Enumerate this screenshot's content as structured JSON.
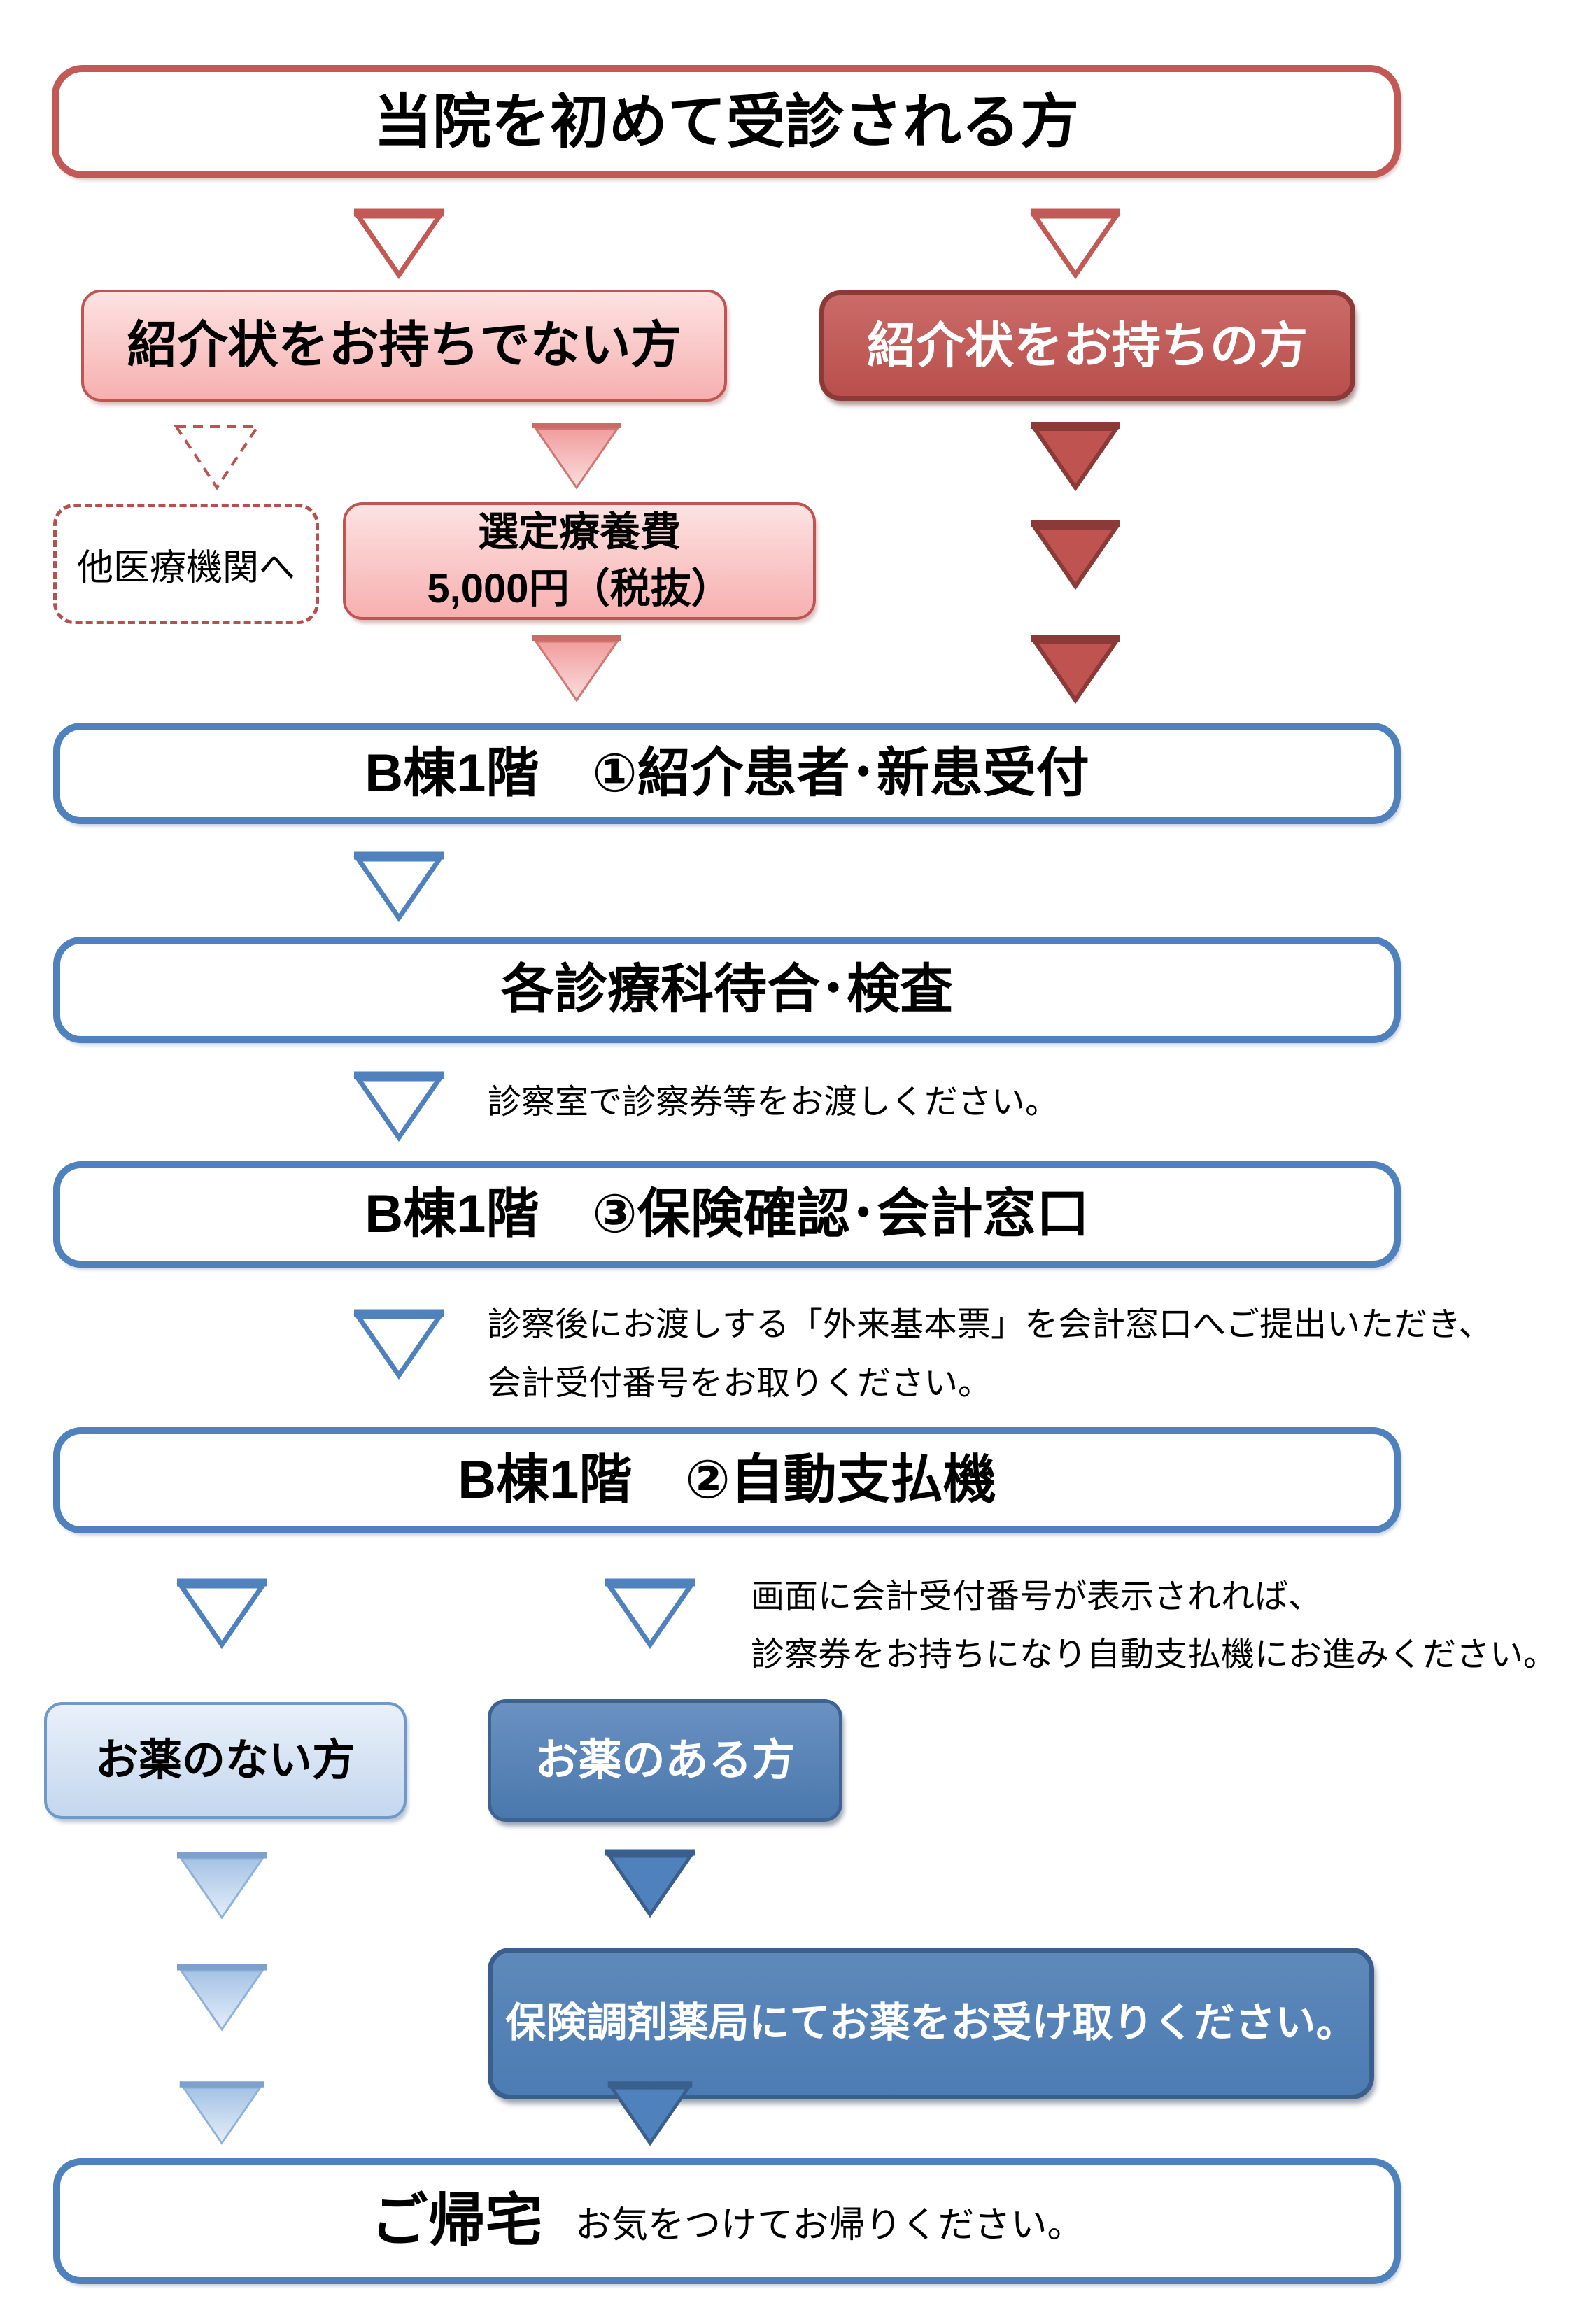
{
  "palette": {
    "red_accent": "#c0504d",
    "red_dark": "#8c3a38",
    "pink_fill_top": "#fde2e2",
    "pink_fill_bottom": "#f7b0b0",
    "blue_accent": "#4f81bd",
    "blue_dark": "#3a5f8d",
    "blue_light_fill": "#c4d7ee",
    "text_black": "#000000",
    "text_white": "#ffffff"
  },
  "flow": {
    "start": "当院を初めて受診される方",
    "no_referral": "紹介状をお持ちでない方",
    "has_referral": "紹介状をお持ちの方",
    "other_clinic": "他医療機関へ",
    "fee_line1": "選定療養費",
    "fee_line2": "5,000円（税抜）",
    "reception": "B棟1階　①紹介患者･新患受付",
    "waiting": "各診療科待合･検査",
    "waiting_note": "診察室で診察券等をお渡しください。",
    "insurance": "B棟1階　③保険確認･会計窓口",
    "insurance_note1": "診察後にお渡しする「外来基本票」を会計窓口へご提出いただき、",
    "insurance_note2": "会計受付番号をお取りください。",
    "payment": "B棟1階　②自動支払機",
    "payment_note1": "画面に会計受付番号が表示されれば、",
    "payment_note2": "診察券をお持ちになり自動支払機にお進みください。",
    "no_medicine": "お薬のない方",
    "has_medicine": "お薬のある方",
    "pharmacy": "保険調剤薬局にてお薬をお受け取りください。",
    "home": "ご帰宅",
    "home_note": "お気をつけてお帰りください。"
  }
}
